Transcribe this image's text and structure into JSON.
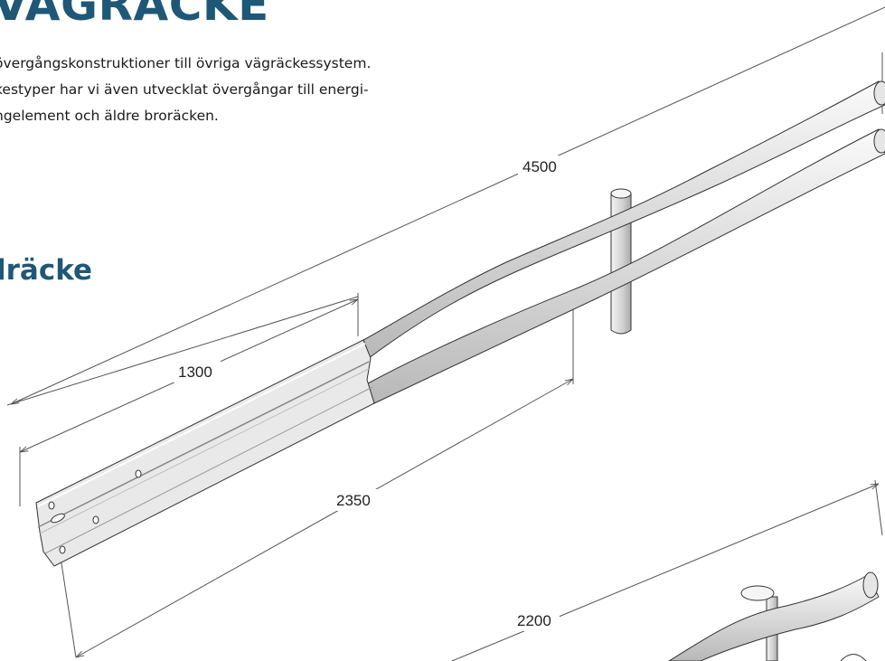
{
  "heading": "VÄGRÄCKE",
  "intro_lines": [
    "övergångskonstruktioner till övriga vägräckessystem.",
    "kestyper har vi även utvecklat övergångar till energi-",
    "ngelement och äldre broräcken."
  ],
  "subheading": "lräcke",
  "dimensions": {
    "d4500": "4500",
    "d1300": "1300",
    "d2350": "2350",
    "d2200": "2200"
  },
  "colors": {
    "heading": "#1f5777",
    "dimension_line": "#555555",
    "rail_fill": "#e9e9e9",
    "rail_outline": "#333333"
  }
}
